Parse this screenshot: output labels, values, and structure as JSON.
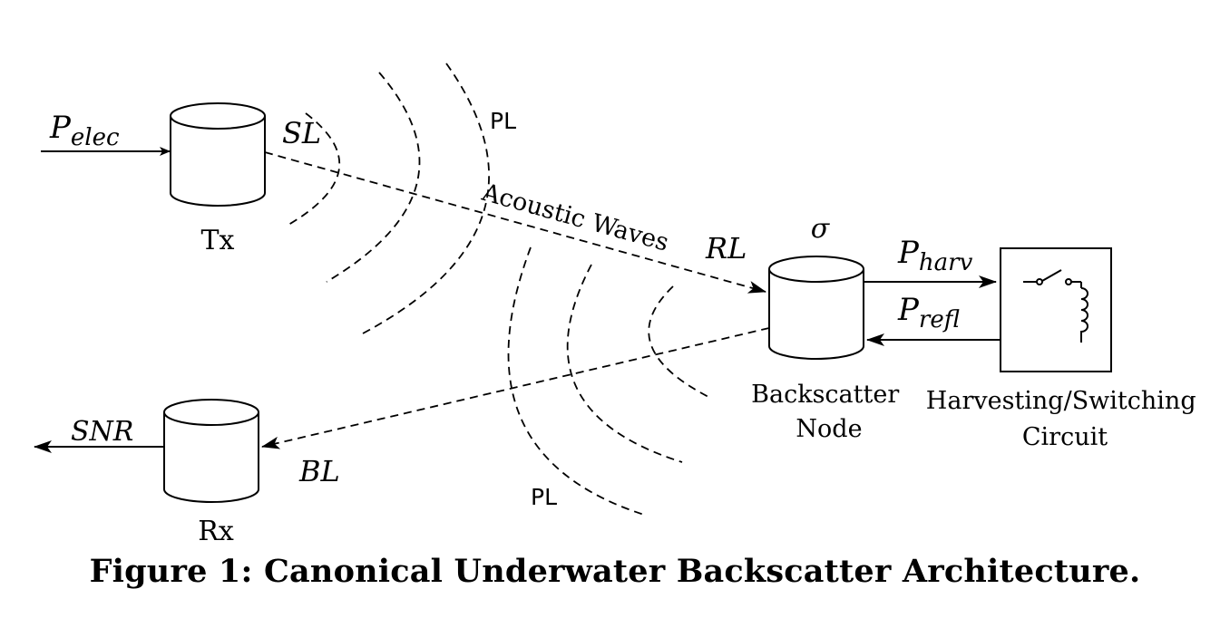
{
  "labels": {
    "p_elec": {
      "base": "P",
      "sub": "elec"
    },
    "sl": "SL",
    "tx": "Tx",
    "pl_top": "PL",
    "acoustic_waves": "Acoustic Waves",
    "rl": "RL",
    "sigma": "σ",
    "p_harv": {
      "base": "P",
      "sub": "harv"
    },
    "p_refl": {
      "base": "P",
      "sub": "refl"
    },
    "backscatter_node": [
      "Backscatter",
      "Node"
    ],
    "harvesting_circuit": [
      "Harvesting/Switching",
      "Circuit"
    ],
    "snr": "SNR",
    "rx": "Rx",
    "bl": "BL",
    "pl_bottom": "PL"
  },
  "caption": "Figure 1: Canonical Underwater Backscatter Architecture."
}
